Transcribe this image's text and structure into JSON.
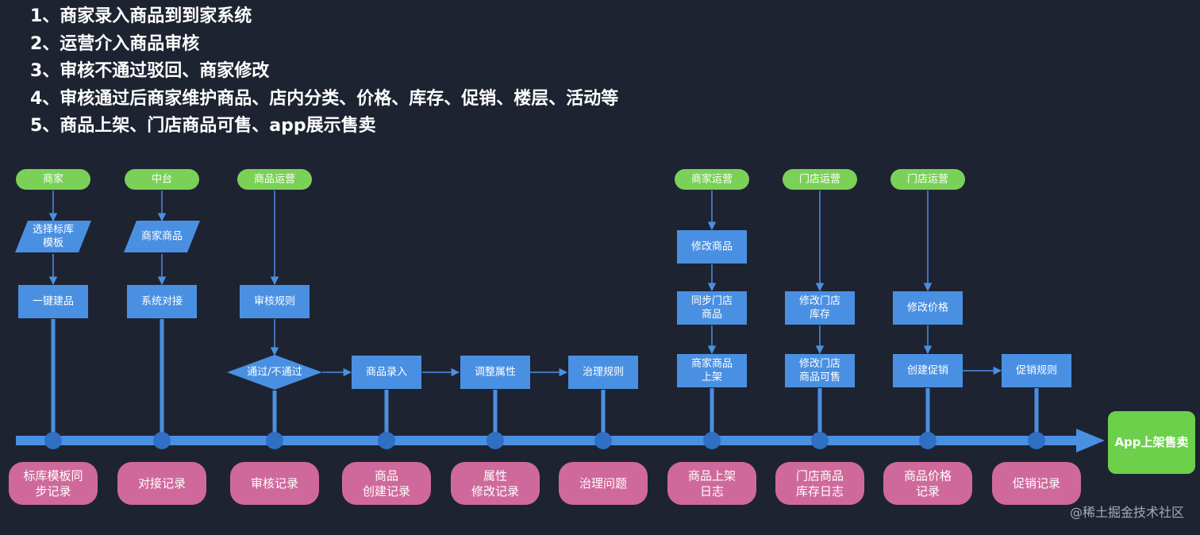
{
  "steps": [
    "1、商家录入商品到到家系统",
    "2、运营介入商品审核",
    "3、审核不通过驳回、商家修改",
    "4、审核通过后商家维护商品、店内分类、价格、库存、促销、楼层、活动等",
    "5、商品上架、门店商品可售、app展示售卖"
  ],
  "actors": [
    {
      "id": "merchant",
      "label": "商家"
    },
    {
      "id": "platform",
      "label": "中台"
    },
    {
      "id": "goods_ops",
      "label": "商品运营"
    },
    {
      "id": "merchant_ops",
      "label": "商家运营"
    },
    {
      "id": "store_ops_1",
      "label": "门店运营"
    },
    {
      "id": "store_ops_2",
      "label": "门店运营"
    }
  ],
  "inputs": [
    {
      "id": "select_template",
      "label": "选择标库\n模板"
    },
    {
      "id": "merchant_goods",
      "label": "商家商品"
    }
  ],
  "processes": [
    {
      "id": "one_click",
      "label": "一键建品"
    },
    {
      "id": "system_dock",
      "label": "系统对接"
    },
    {
      "id": "audit_rules",
      "label": "审核规则"
    },
    {
      "id": "goods_entry",
      "label": "商品录入"
    },
    {
      "id": "adjust_attr",
      "label": "调整属性"
    },
    {
      "id": "gov_rules",
      "label": "治理规则"
    },
    {
      "id": "modify_goods",
      "label": "修改商品"
    },
    {
      "id": "sync_store",
      "label": "同步门店\n商品"
    },
    {
      "id": "merchant_list",
      "label": "商家商品\n上架"
    },
    {
      "id": "modify_stock",
      "label": "修改门店\n库存"
    },
    {
      "id": "modify_sale",
      "label": "修改门店\n商品可售"
    },
    {
      "id": "modify_price",
      "label": "修改价格"
    },
    {
      "id": "create_promo",
      "label": "创建促销"
    },
    {
      "id": "promo_rules",
      "label": "促销规则"
    }
  ],
  "decision": {
    "id": "pass_fail",
    "label": "通过/不通过"
  },
  "records": [
    {
      "id": "template_sync",
      "label": "标库模板同\n步记录"
    },
    {
      "id": "dock_record",
      "label": "对接记录"
    },
    {
      "id": "audit_record",
      "label": "审核记录"
    },
    {
      "id": "create_record",
      "label": "商品\n创建记录"
    },
    {
      "id": "attr_record",
      "label": "属性\n修改记录"
    },
    {
      "id": "gov_issue",
      "label": "治理问题"
    },
    {
      "id": "listing_log",
      "label": "商品上架\n日志"
    },
    {
      "id": "stock_log",
      "label": "门店商品\n库存日志"
    },
    {
      "id": "price_record",
      "label": "商品价格\n记录"
    },
    {
      "id": "promo_record",
      "label": "促销记录"
    }
  ],
  "final": {
    "label": "App上架售卖"
  },
  "watermark": "@稀土掘金技术社区",
  "colors": {
    "background": "#1e2332",
    "actor": "#7bd157",
    "box": "#4a90e2",
    "record": "#d0699b",
    "final": "#6cd04b",
    "line": "#4a90e2"
  }
}
